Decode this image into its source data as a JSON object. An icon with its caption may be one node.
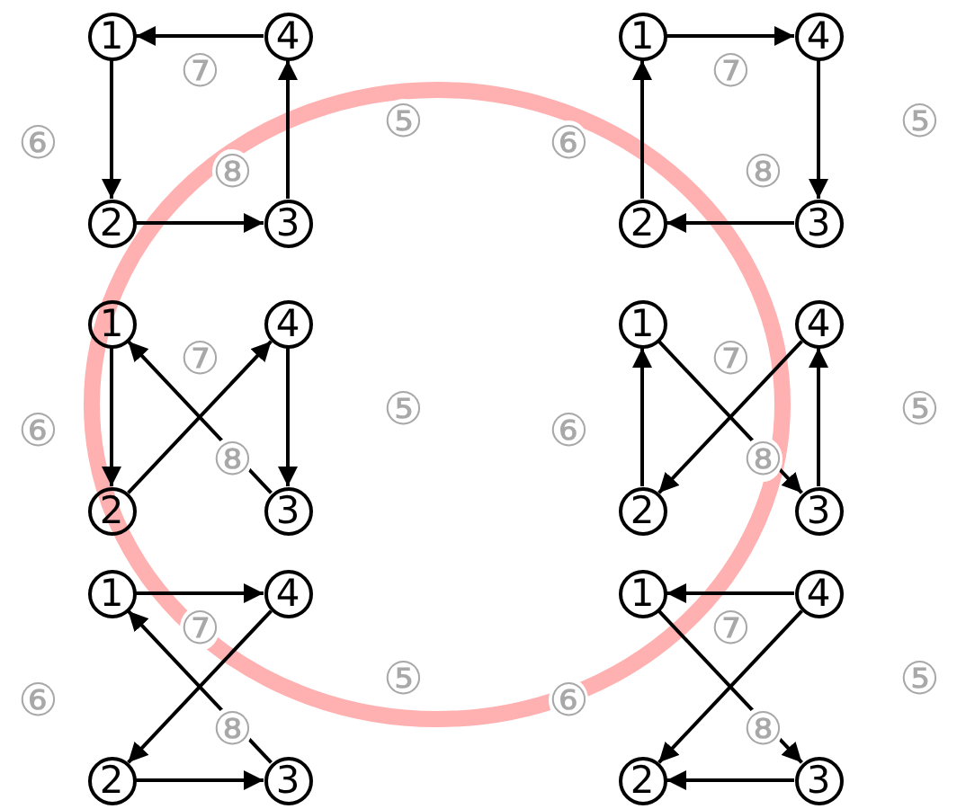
{
  "diagram": {
    "nodes": [
      {
        "text": [
          "1"
        ]
      },
      {
        "text": [
          "4"
        ]
      },
      {
        "text": [
          "2"
        ]
      },
      {
        "text": [
          "3"
        ]
      },
      {
        "text": [
          "1"
        ]
      },
      {
        "text": [
          "4"
        ]
      },
      {
        "text": [
          "2"
        ]
      },
      {
        "text": [
          "3"
        ]
      },
      {
        "text": [
          "1"
        ]
      },
      {
        "text": [
          "4"
        ]
      },
      {
        "text": [
          "2"
        ]
      },
      {
        "text": [
          "3"
        ]
      },
      {
        "text": [
          "1"
        ]
      },
      {
        "text": [
          "4"
        ]
      },
      {
        "text": [
          "2"
        ]
      },
      {
        "text": [
          "3"
        ]
      },
      {
        "text": [
          "1"
        ]
      },
      {
        "text": [
          "4"
        ]
      },
      {
        "text": [
          "2"
        ]
      },
      {
        "text": [
          "3"
        ]
      },
      {
        "text": [
          "1"
        ]
      },
      {
        "text": [
          "4"
        ]
      },
      {
        "text": [
          "2"
        ]
      },
      {
        "text": [
          "3"
        ]
      }
    ],
    "edges": [
      {
        "from": 1,
        "to": 0,
        "arrow": "to"
      },
      {
        "from": 0,
        "to": 2,
        "arrow": "to"
      },
      {
        "from": 2,
        "to": 3,
        "arrow": "to"
      },
      {
        "from": 3,
        "to": 1,
        "arrow": "to"
      },
      {
        "from": 4,
        "to": 5,
        "arrow": "to"
      },
      {
        "from": 5,
        "to": 7,
        "arrow": "to"
      },
      {
        "from": 7,
        "to": 6,
        "arrow": "to"
      },
      {
        "from": 6,
        "to": 4,
        "arrow": "to"
      },
      {
        "from": 8,
        "to": 10,
        "arrow": "to"
      },
      {
        "from": 10,
        "to": 9,
        "arrow": "to"
      },
      {
        "from": 11,
        "to": 8,
        "arrow": "to"
      },
      {
        "from": 9,
        "to": 11,
        "arrow": "to"
      },
      {
        "from": 14,
        "to": 12,
        "arrow": "to"
      },
      {
        "from": 12,
        "to": 15,
        "arrow": "to"
      },
      {
        "from": 13,
        "to": 14,
        "arrow": "to"
      },
      {
        "from": 15,
        "to": 13,
        "arrow": "to"
      },
      {
        "from": 16,
        "to": 17,
        "arrow": "to"
      },
      {
        "from": 17,
        "to": 18,
        "arrow": "to"
      },
      {
        "from": 18,
        "to": 19,
        "arrow": "to"
      },
      {
        "from": 19,
        "to": 16,
        "arrow": "to"
      },
      {
        "from": 21,
        "to": 20,
        "arrow": "to"
      },
      {
        "from": 20,
        "to": 23,
        "arrow": "to"
      },
      {
        "from": 21,
        "to": 22,
        "arrow": "to"
      },
      {
        "from": 23,
        "to": 22,
        "arrow": "to"
      }
    ],
    "labels": [
      "⑦",
      "⑦",
      "⑤",
      "⑤",
      "⑥",
      "⑥",
      "⑧",
      "⑧",
      "⑦",
      "⑦",
      "⑤",
      "⑤",
      "⑥",
      "⑥",
      "⑧",
      "⑧",
      "⑦",
      "⑦",
      "⑤",
      "⑤",
      "⑥",
      "⑥",
      "⑧",
      "⑧"
    ]
  }
}
